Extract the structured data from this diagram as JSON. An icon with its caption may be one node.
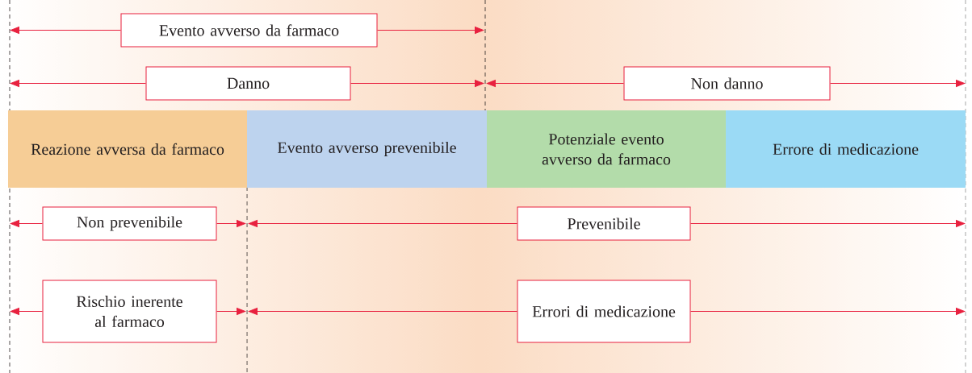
{
  "diagram": {
    "nodes": [
      {
        "text": [
          "Evento avverso da farmaco"
        ]
      },
      {
        "text": [
          "Danno"
        ]
      },
      {
        "text": [
          "Non danno"
        ]
      },
      {
        "text": [
          "Reazione avversa da farmaco"
        ]
      },
      {
        "text": [
          "Evento avverso prevenibile"
        ]
      },
      {
        "text": [
          "Potenziale evento avverso da farmaco"
        ]
      },
      {
        "text": [
          "Errore di medicazione"
        ]
      },
      {
        "text": [
          "Non prevenibile"
        ]
      },
      {
        "text": [
          "Prevenibile"
        ]
      },
      {
        "text": [
          "Rischio inerente al farmaco"
        ]
      },
      {
        "text": [
          "Errori di medicazione"
        ]
      }
    ],
    "edges": [
      {
        "from": 0,
        "to": null,
        "arrow": "to"
      },
      {
        "from": 0,
        "to": null,
        "arrow": "to"
      },
      {
        "from": 1,
        "to": null,
        "arrow": "to"
      },
      {
        "from": 1,
        "to": null,
        "arrow": "to"
      },
      {
        "from": 2,
        "to": null,
        "arrow": "to"
      },
      {
        "from": 2,
        "to": null,
        "arrow": "to"
      },
      {
        "from": 7,
        "to": null,
        "arrow": "to"
      },
      {
        "from": 7,
        "to": null,
        "arrow": "to"
      },
      {
        "from": 8,
        "to": null,
        "arrow": "to"
      },
      {
        "from": 8,
        "to": null,
        "arrow": "to"
      },
      {
        "from": 9,
        "to": null,
        "arrow": "to"
      },
      {
        "from": 9,
        "to": null,
        "arrow": "to"
      },
      {
        "from": 10,
        "to": null,
        "arrow": "to"
      },
      {
        "from": 10,
        "to": null,
        "arrow": "to"
      }
    ]
  }
}
